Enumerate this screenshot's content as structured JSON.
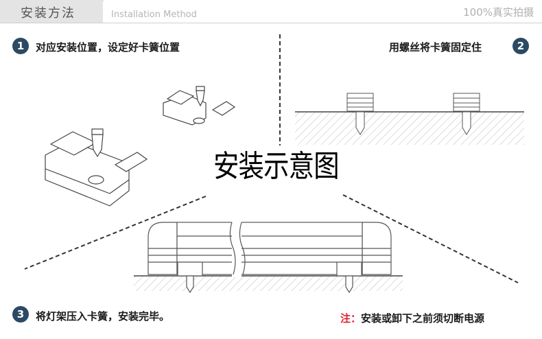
{
  "header": {
    "title_cn": "安装方法",
    "title_en": "Installation Method",
    "photo_note": "100%真实拍摄"
  },
  "steps": [
    {
      "number": "1",
      "text": "对应安装位置，设定好卡簧位置"
    },
    {
      "number": "2",
      "text": "用螺丝将卡簧固定住"
    },
    {
      "number": "3",
      "text": "将灯架压入卡簧，安装完毕。"
    }
  ],
  "center_title": "安装示意图",
  "note": {
    "label": "注：",
    "text": "安装或卸下之前须切断电源"
  }
}
